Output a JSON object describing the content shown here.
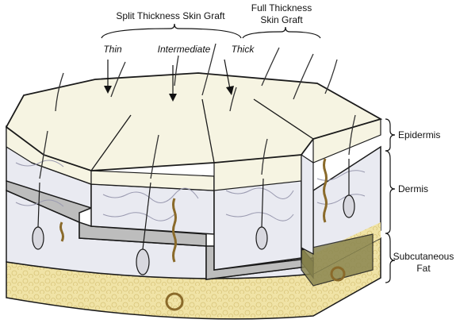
{
  "labels": {
    "split_graft": "Split Thickness Skin Graft",
    "full_graft_line1": "Full Thickness",
    "full_graft_line2": "Skin Graft",
    "thin": "Thin",
    "intermediate": "Intermediate",
    "thick": "Thick",
    "epidermis": "Epidermis",
    "dermis": "Dermis",
    "subcutaneous_line1": "Subcutaneous",
    "subcutaneous_line2": "Fat"
  },
  "colors": {
    "epidermis_top": "#f6f4e2",
    "dermis": "#e9eaf1",
    "fat": "#f0e3a6",
    "graft_bed": "#bdbdbd",
    "outline": "#1a1a1a",
    "follicle": "#c7a24a"
  }
}
